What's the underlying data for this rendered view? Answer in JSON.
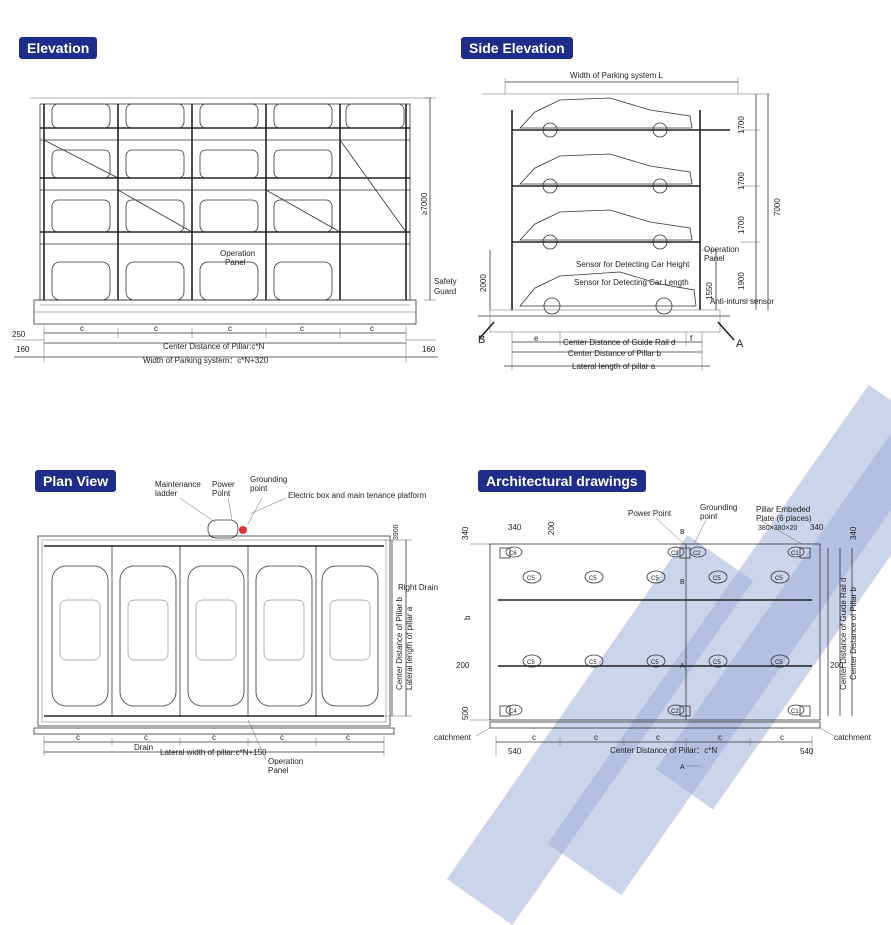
{
  "colors": {
    "badge": "#1f2c8a",
    "stripe": "#9fb1d8",
    "line": "#333333"
  },
  "sections": {
    "elevation": "Elevation",
    "side_elevation": "Side Elevation",
    "plan_view": "Plan View",
    "architectural": "Architectural drawings"
  },
  "elevation": {
    "operation_panel_1": "Operation",
    "operation_panel_2": "Panel",
    "safety_guard_1": "Safety",
    "safety_guard_2": "Guard",
    "height": "≥7000",
    "dim_250": "250",
    "dim_160_left": "160",
    "dim_160_right": "160",
    "bay": "c",
    "center_distance": "Center Distance of Pillar:c*N",
    "width_total": "Width of Parking system：c*N+320"
  },
  "side": {
    "width_label": "Width of Parking system L",
    "d1": "1700",
    "d2": "1700",
    "d3": "1700",
    "d4": "1900",
    "total": "7000",
    "d_2000": "2000",
    "d_1550": "1550",
    "operation_1": "Operation",
    "operation_2": "Panel",
    "sensor_height": "Sensor for Detecting Car Height",
    "sensor_length": "Sensor for Detecting Car Length",
    "anti_intrusion": "Anti-intursi sensor",
    "marker_b": "B",
    "marker_a": "A",
    "dim_e": "e",
    "dim_f": "f",
    "guide_rail": "Center Distance of Guide Rail d",
    "pillar_b": "Center Distance of Pillar b",
    "lateral_a": "Lateral length of pillar a"
  },
  "plan": {
    "maintenance_1": "Maintenance",
    "maintenance_2": "ladder",
    "power_1": "Power",
    "power_2": "Point",
    "grounding_1": "Grounding",
    "grounding_2": "point",
    "electric_box": "Electric box and main tenance platform",
    "dim_3900": "3900",
    "right_drain": "Right Drain",
    "center_b": "Center Distance of Pillar b",
    "lateral_a": "Lateral length of pillar a",
    "drain": "Drain",
    "lateral_width": "Lateral width of pillar:c*N+150",
    "operation_1": "Operation",
    "operation_2": "Panel",
    "bay": "c"
  },
  "arch": {
    "power_point": "Power Point",
    "grounding_1": "Grounding",
    "grounding_2": "point",
    "embedded_1": "Pillar Embeded",
    "embedded_2": "Plate (6 places)",
    "embedded_size": "380×380×20",
    "d340_tl": "340",
    "d340_l": "340",
    "d200_t": "200",
    "d340_tr": "340",
    "d340_r": "340",
    "d200_l": "200",
    "d200_r": "200",
    "d500": "500",
    "d540_l": "540",
    "d540_r": "540",
    "side_b": "b",
    "catchment_l": "catchment",
    "catchment_r": "catchment",
    "guide_rail": "Center Distance of Guide Rail d",
    "pillar_b": "Center Distance of Pillar b",
    "bottom_dim": "Center Distance of Pillar：c*N",
    "c1": "C1",
    "c2": "C2",
    "c3": "C3",
    "c4": "C4",
    "c5": "C5",
    "c6": "C6",
    "mark_a": "A",
    "mark_b": "B",
    "bay": "c"
  }
}
